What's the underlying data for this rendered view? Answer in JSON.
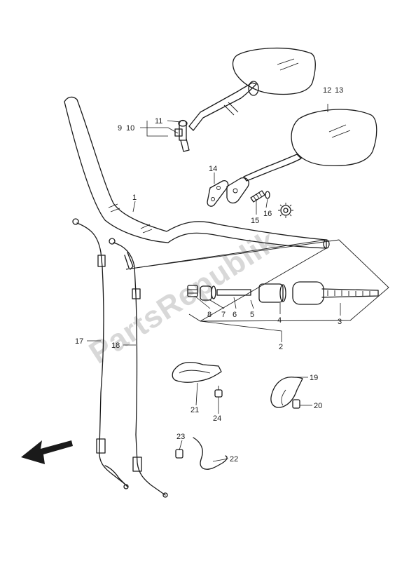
{
  "watermark": "PartsRepublik",
  "callouts": {
    "c1": "1",
    "c2": "2",
    "c3": "3",
    "c4": "4",
    "c5": "5",
    "c6": "6",
    "c7": "7",
    "c8": "8",
    "c9": "9",
    "c10": "10",
    "c11": "11",
    "c12": "12",
    "c13": "13",
    "c14": "14",
    "c15": "15",
    "c16": "16",
    "c17": "17",
    "c18": "18",
    "c19": "19",
    "c20": "20",
    "c21": "21",
    "c22": "22",
    "c23": "23",
    "c24": "24"
  },
  "icons": {
    "gear": "gear-icon",
    "direction_arrow": "front-direction-arrow-icon"
  }
}
